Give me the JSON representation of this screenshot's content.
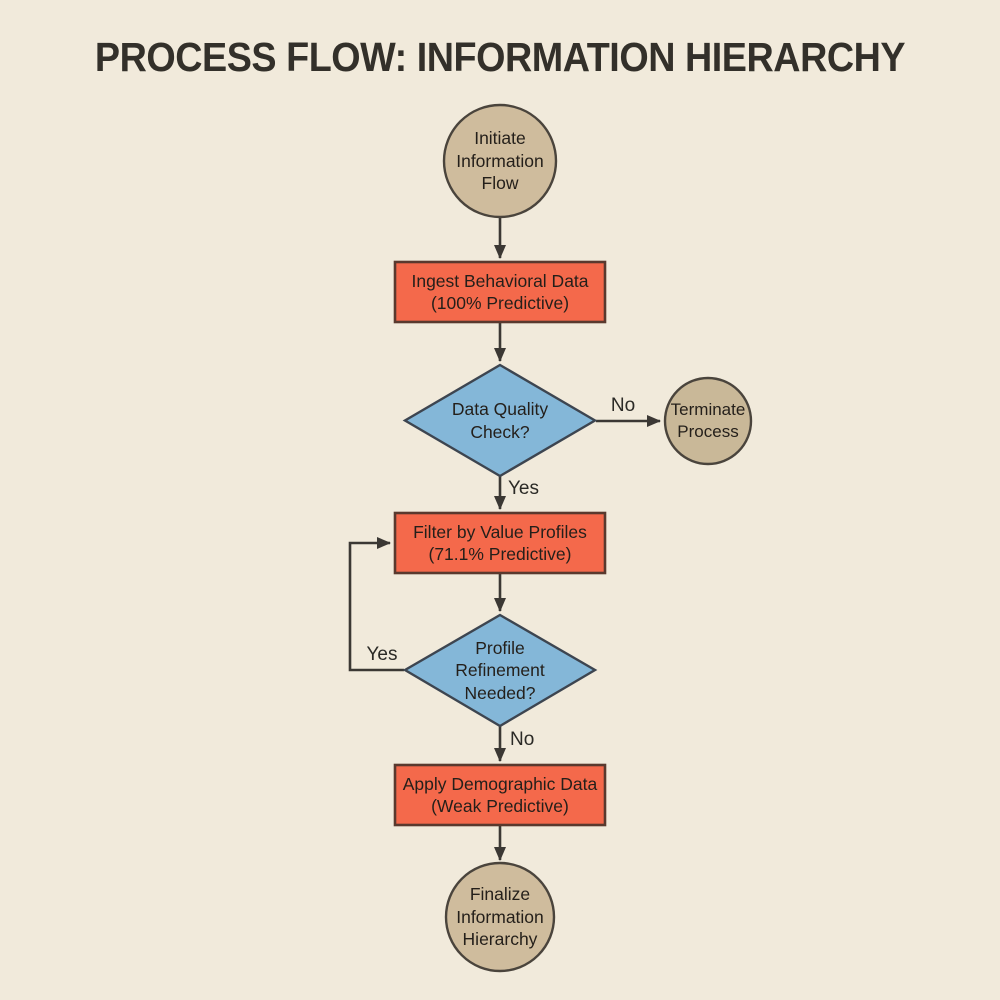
{
  "title": "PROCESS FLOW: INFORMATION HIERARCHY",
  "colors": {
    "background": "#f1eadb",
    "process_fill": "#f4694b",
    "decision_fill": "#84b7d8",
    "terminal_fill": "#cfbc9d",
    "terminal_fill_dark": "#c9b898",
    "stroke": "#3e3a33",
    "arrow": "#3b3834"
  },
  "nodes": {
    "start": {
      "type": "terminal",
      "label": "Initiate\nInformation\nFlow"
    },
    "ingest": {
      "type": "process",
      "label": "Ingest Behavioral Data\n(100% Predictive)"
    },
    "quality_check": {
      "type": "decision",
      "label": "Data Quality\nCheck?"
    },
    "terminate": {
      "type": "terminal",
      "label": "Terminate\nProcess"
    },
    "filter": {
      "type": "process",
      "label": "Filter by Value Profiles\n(71.1% Predictive)"
    },
    "refinement": {
      "type": "decision",
      "label": "Profile\nRefinement\nNeeded?"
    },
    "demographic": {
      "type": "process",
      "label": "Apply Demographic Data\n(Weak Predictive)"
    },
    "end": {
      "type": "terminal",
      "label": "Finalize\nInformation\nHierarchy"
    }
  },
  "edge_labels": {
    "quality_no": "No",
    "quality_yes": "Yes",
    "refinement_yes": "Yes",
    "refinement_no": "No"
  }
}
